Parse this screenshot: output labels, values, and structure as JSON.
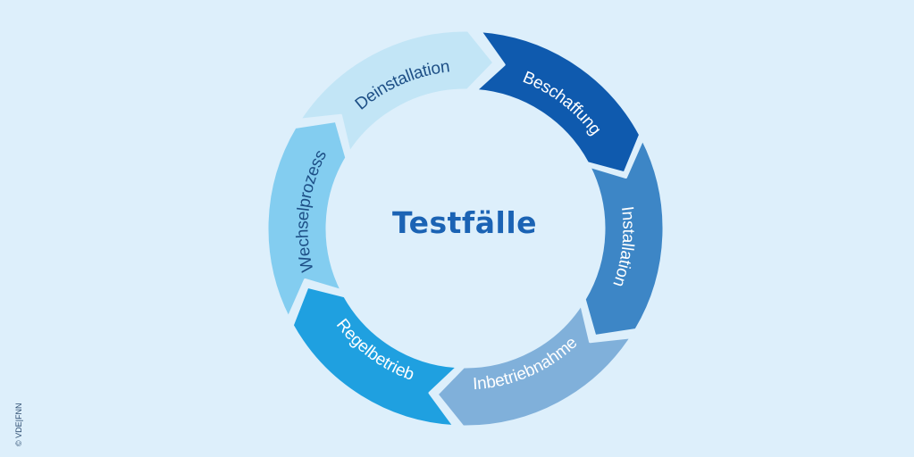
{
  "center_title": "Testfälle",
  "copyright": "© VDE|FNN",
  "segments": [
    {
      "label": "Beschaffung",
      "color": "#0f5aae",
      "text_color": "#ffffff"
    },
    {
      "label": "Installation",
      "color": "#3d86c6",
      "text_color": "#ffffff"
    },
    {
      "label": "Inbetriebnahme",
      "color": "#80b0da",
      "text_color": "#ffffff"
    },
    {
      "label": "Regelbetrieb",
      "color": "#1fa0e0",
      "text_color": "#ffffff"
    },
    {
      "label": "Wechselprozess",
      "color": "#83cdf0",
      "text_color": "#1d4f86"
    },
    {
      "label": "Deinstallation",
      "color": "#c2e5f6",
      "text_color": "#1d4f86"
    }
  ]
}
